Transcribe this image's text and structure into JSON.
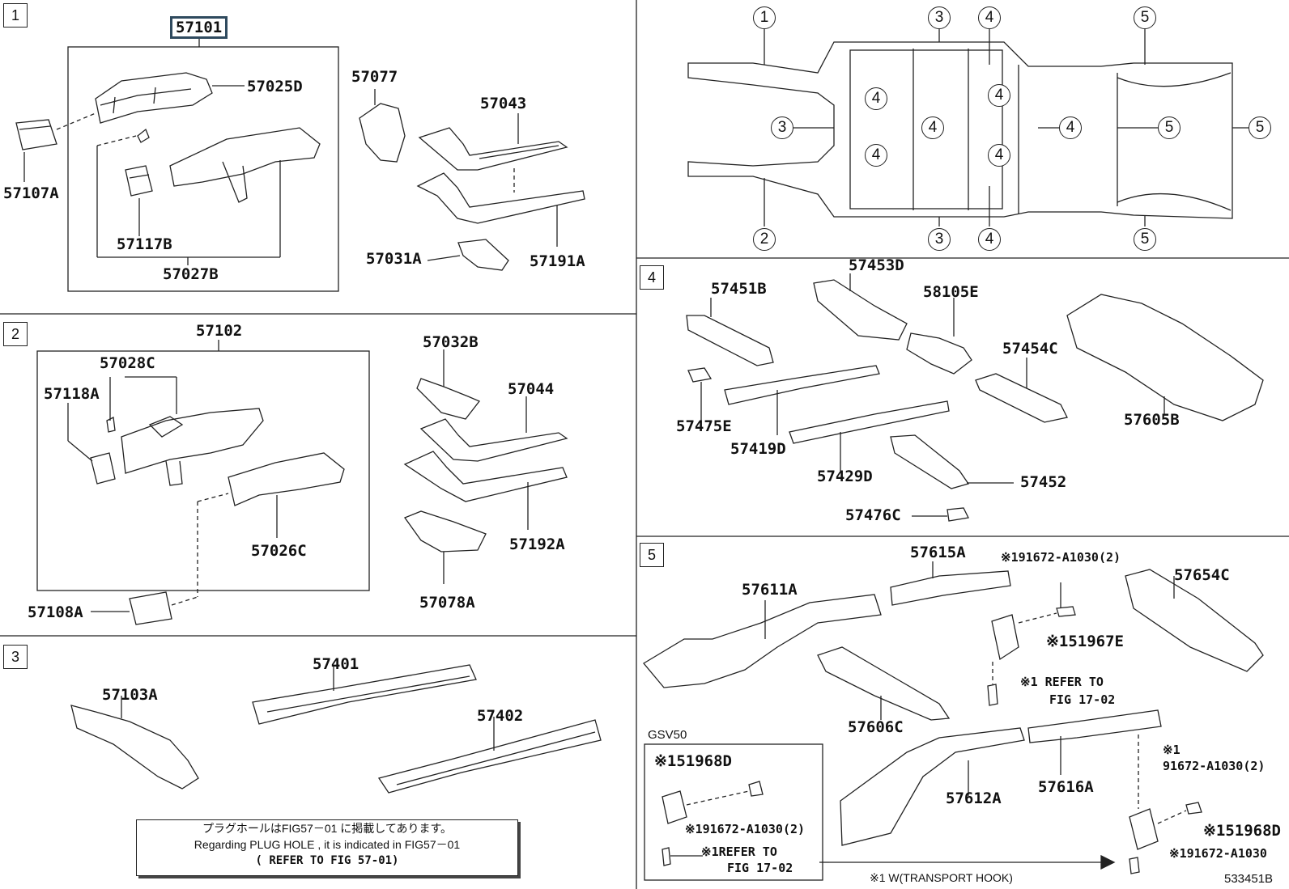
{
  "figure_id": "533451B",
  "highlighted_part": "57101",
  "sections": {
    "s1": {
      "num": "1"
    },
    "s2": {
      "num": "2"
    },
    "s3": {
      "num": "3"
    },
    "s4": {
      "num": "4"
    },
    "s5": {
      "num": "5"
    }
  },
  "section1": {
    "assembly": "57101",
    "parts": [
      "57025D",
      "57107A",
      "57117B",
      "57027B",
      "57077",
      "57043",
      "57031A",
      "57191A"
    ]
  },
  "section2": {
    "assembly": "57102",
    "parts": [
      "57028C",
      "57118A",
      "57026C",
      "57108A",
      "57032B",
      "57044",
      "57192A",
      "57078A"
    ]
  },
  "section3": {
    "parts": [
      "57103A",
      "57401",
      "57402"
    ]
  },
  "section4": {
    "parts": [
      "57451B",
      "57453D",
      "58105E",
      "57454C",
      "57605B",
      "57475E",
      "57419D",
      "57429D",
      "57452",
      "57476C"
    ]
  },
  "section5": {
    "parts": [
      "57615A",
      "57611A",
      "57654C",
      "57606C",
      "57612A",
      "57616A"
    ],
    "fastener_1": "※191672-A1030(2)",
    "fastener_2": "※151967E",
    "refer_1": "※1 REFER TO",
    "refer_1b": "FIG 17-02",
    "fastener_3a": "※1",
    "fastener_3b": "91672-A1030(2)",
    "fastener_4": "※151968D",
    "fastener_5": "※191672-A1030",
    "transport_hook": "※1 W(TRANSPORT HOOK)"
  },
  "gsv50": {
    "model": "GSV50",
    "part_1": "※151968D",
    "part_2": "※191672-A1030(2)",
    "refer_a": "※1REFER TO",
    "refer_b": "FIG 17-02"
  },
  "overview": {
    "top_markers": [
      "1",
      "3",
      "4",
      "5"
    ],
    "bottom_markers": [
      "2",
      "3",
      "4",
      "5"
    ],
    "inner_markers": [
      "4",
      "4",
      "4",
      "4",
      "4",
      "4",
      "5",
      "3",
      "5"
    ]
  },
  "note": {
    "line1": "プラグホールはFIG57－01 に掲載してあります。",
    "line2": "Regarding  PLUG HOLE , it is indicated  in  FIG57－01",
    "line3": "( REFER TO FIG 57-01)"
  }
}
